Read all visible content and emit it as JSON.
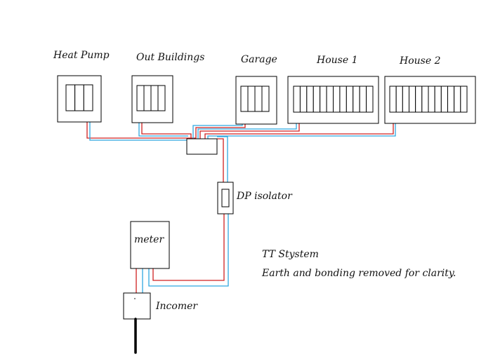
{
  "units": [
    {
      "id": "heat-pump",
      "label": "Heat Pump",
      "ways": 3
    },
    {
      "id": "out-buildings",
      "label": "Out Buildings",
      "ways": 4
    },
    {
      "id": "garage",
      "label": "Garage",
      "ways": 4
    },
    {
      "id": "house-1",
      "label": "House 1",
      "ways": 12
    },
    {
      "id": "house-2",
      "label": "House 2",
      "ways": 12
    }
  ],
  "dp_isolator": {
    "label": "DP isolator"
  },
  "meter": {
    "label": "meter"
  },
  "incomer": {
    "label": "Incomer"
  },
  "notes": {
    "system": "TT Stystem",
    "earth": "Earth and bonding removed for clarity."
  },
  "colors": {
    "live": "#d02020",
    "neutral": "#2fa8e0",
    "outline": "#000000",
    "supply_cable": "#000000"
  }
}
